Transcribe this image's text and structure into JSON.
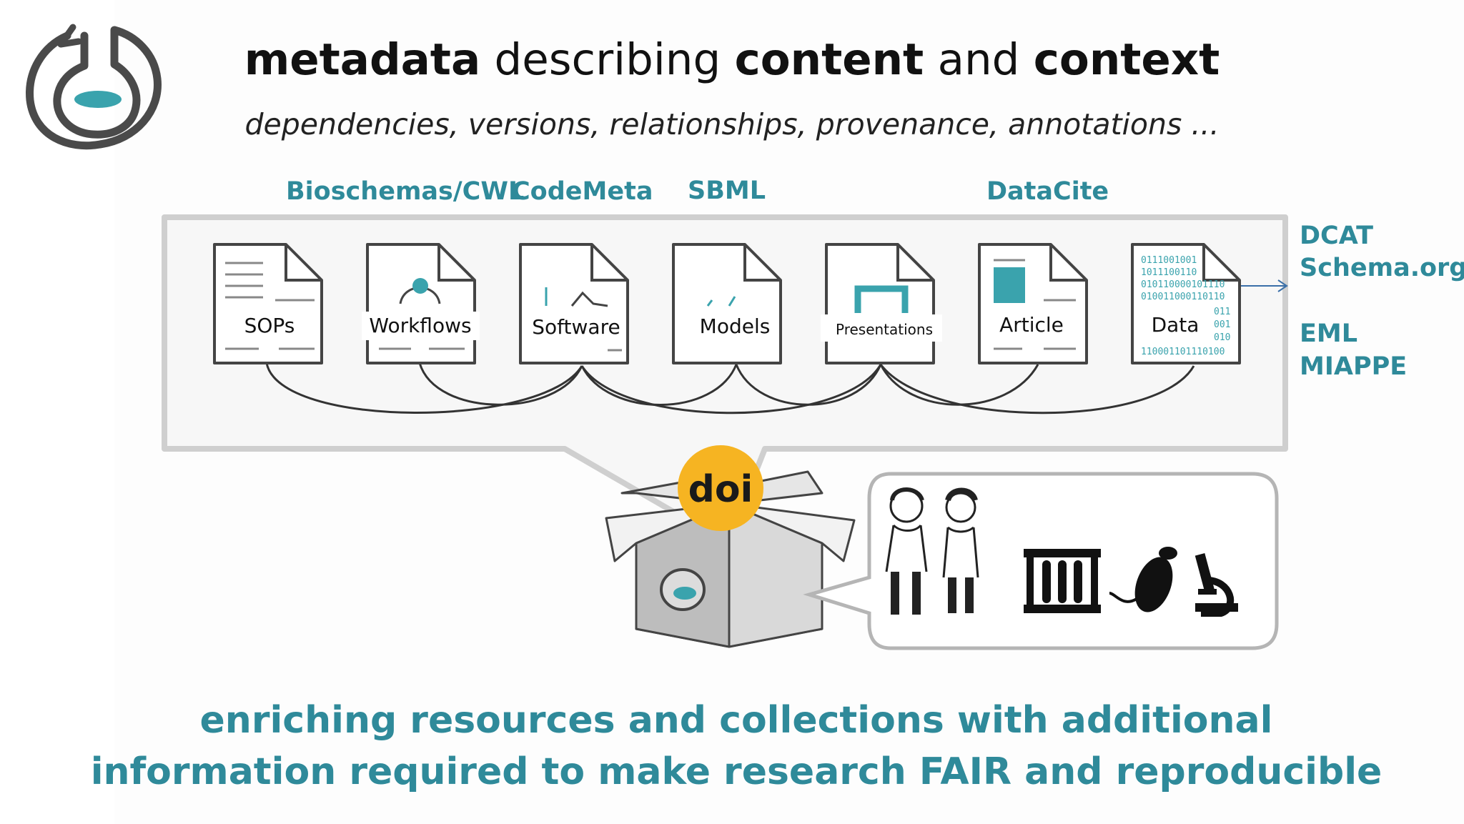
{
  "title": {
    "part1": "metadata",
    "part2": " describing ",
    "part3": "content",
    "part4": " and ",
    "part5": "context"
  },
  "subtitle": "dependencies, versions, relationships, provenance, annotations ...",
  "standards_top": [
    "Bioschemas/CWL",
    "CodeMeta",
    "SBML",
    "DataCite"
  ],
  "standards_right": [
    "DCAT",
    "Schema.org",
    "EML",
    "MIAPPE"
  ],
  "documents": [
    "SOPs",
    "Workflows",
    "Software",
    "Models",
    "Presentations",
    "Article",
    "Data"
  ],
  "data_binary": [
    "0111001001",
    "1011100110",
    "010110000101110",
    "010011000110110",
    "011",
    "001",
    "010",
    "110001101110100"
  ],
  "doi_label": "doi",
  "footer": {
    "line1": "enriching resources and collections with additional",
    "line2": "information required to make research FAIR and reproducible"
  },
  "colors": {
    "accent": "#2f8a9a",
    "teal_icon": "#3aa3ad",
    "doi_orange": "#f6b422",
    "frame": "#cfcfcf",
    "outline": "#444444"
  }
}
